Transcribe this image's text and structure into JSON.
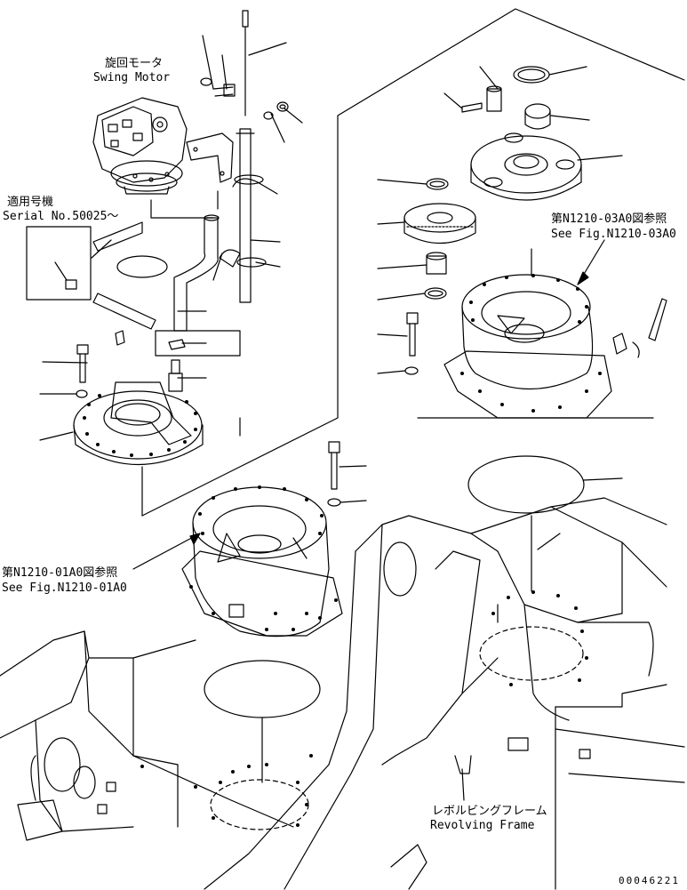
{
  "labels": {
    "swing_motor_jp": "旋回モータ",
    "swing_motor_en": "Swing Motor",
    "serial_jp": "適用号機",
    "serial_en": "Serial No.50025～",
    "ref_03a0_jp": "第N1210-03A0図参照",
    "ref_03a0_en": "See Fig.N1210-03A0",
    "ref_01a0_jp": "第N1210-01A0図参照",
    "ref_01a0_en": "See Fig.N1210-01A0",
    "revolving_jp": "レボルビングフレーム",
    "revolving_en": "Revolving Frame"
  },
  "document_number": "00046221",
  "colors": {
    "ink": "#000000",
    "paper": "#ffffff"
  }
}
